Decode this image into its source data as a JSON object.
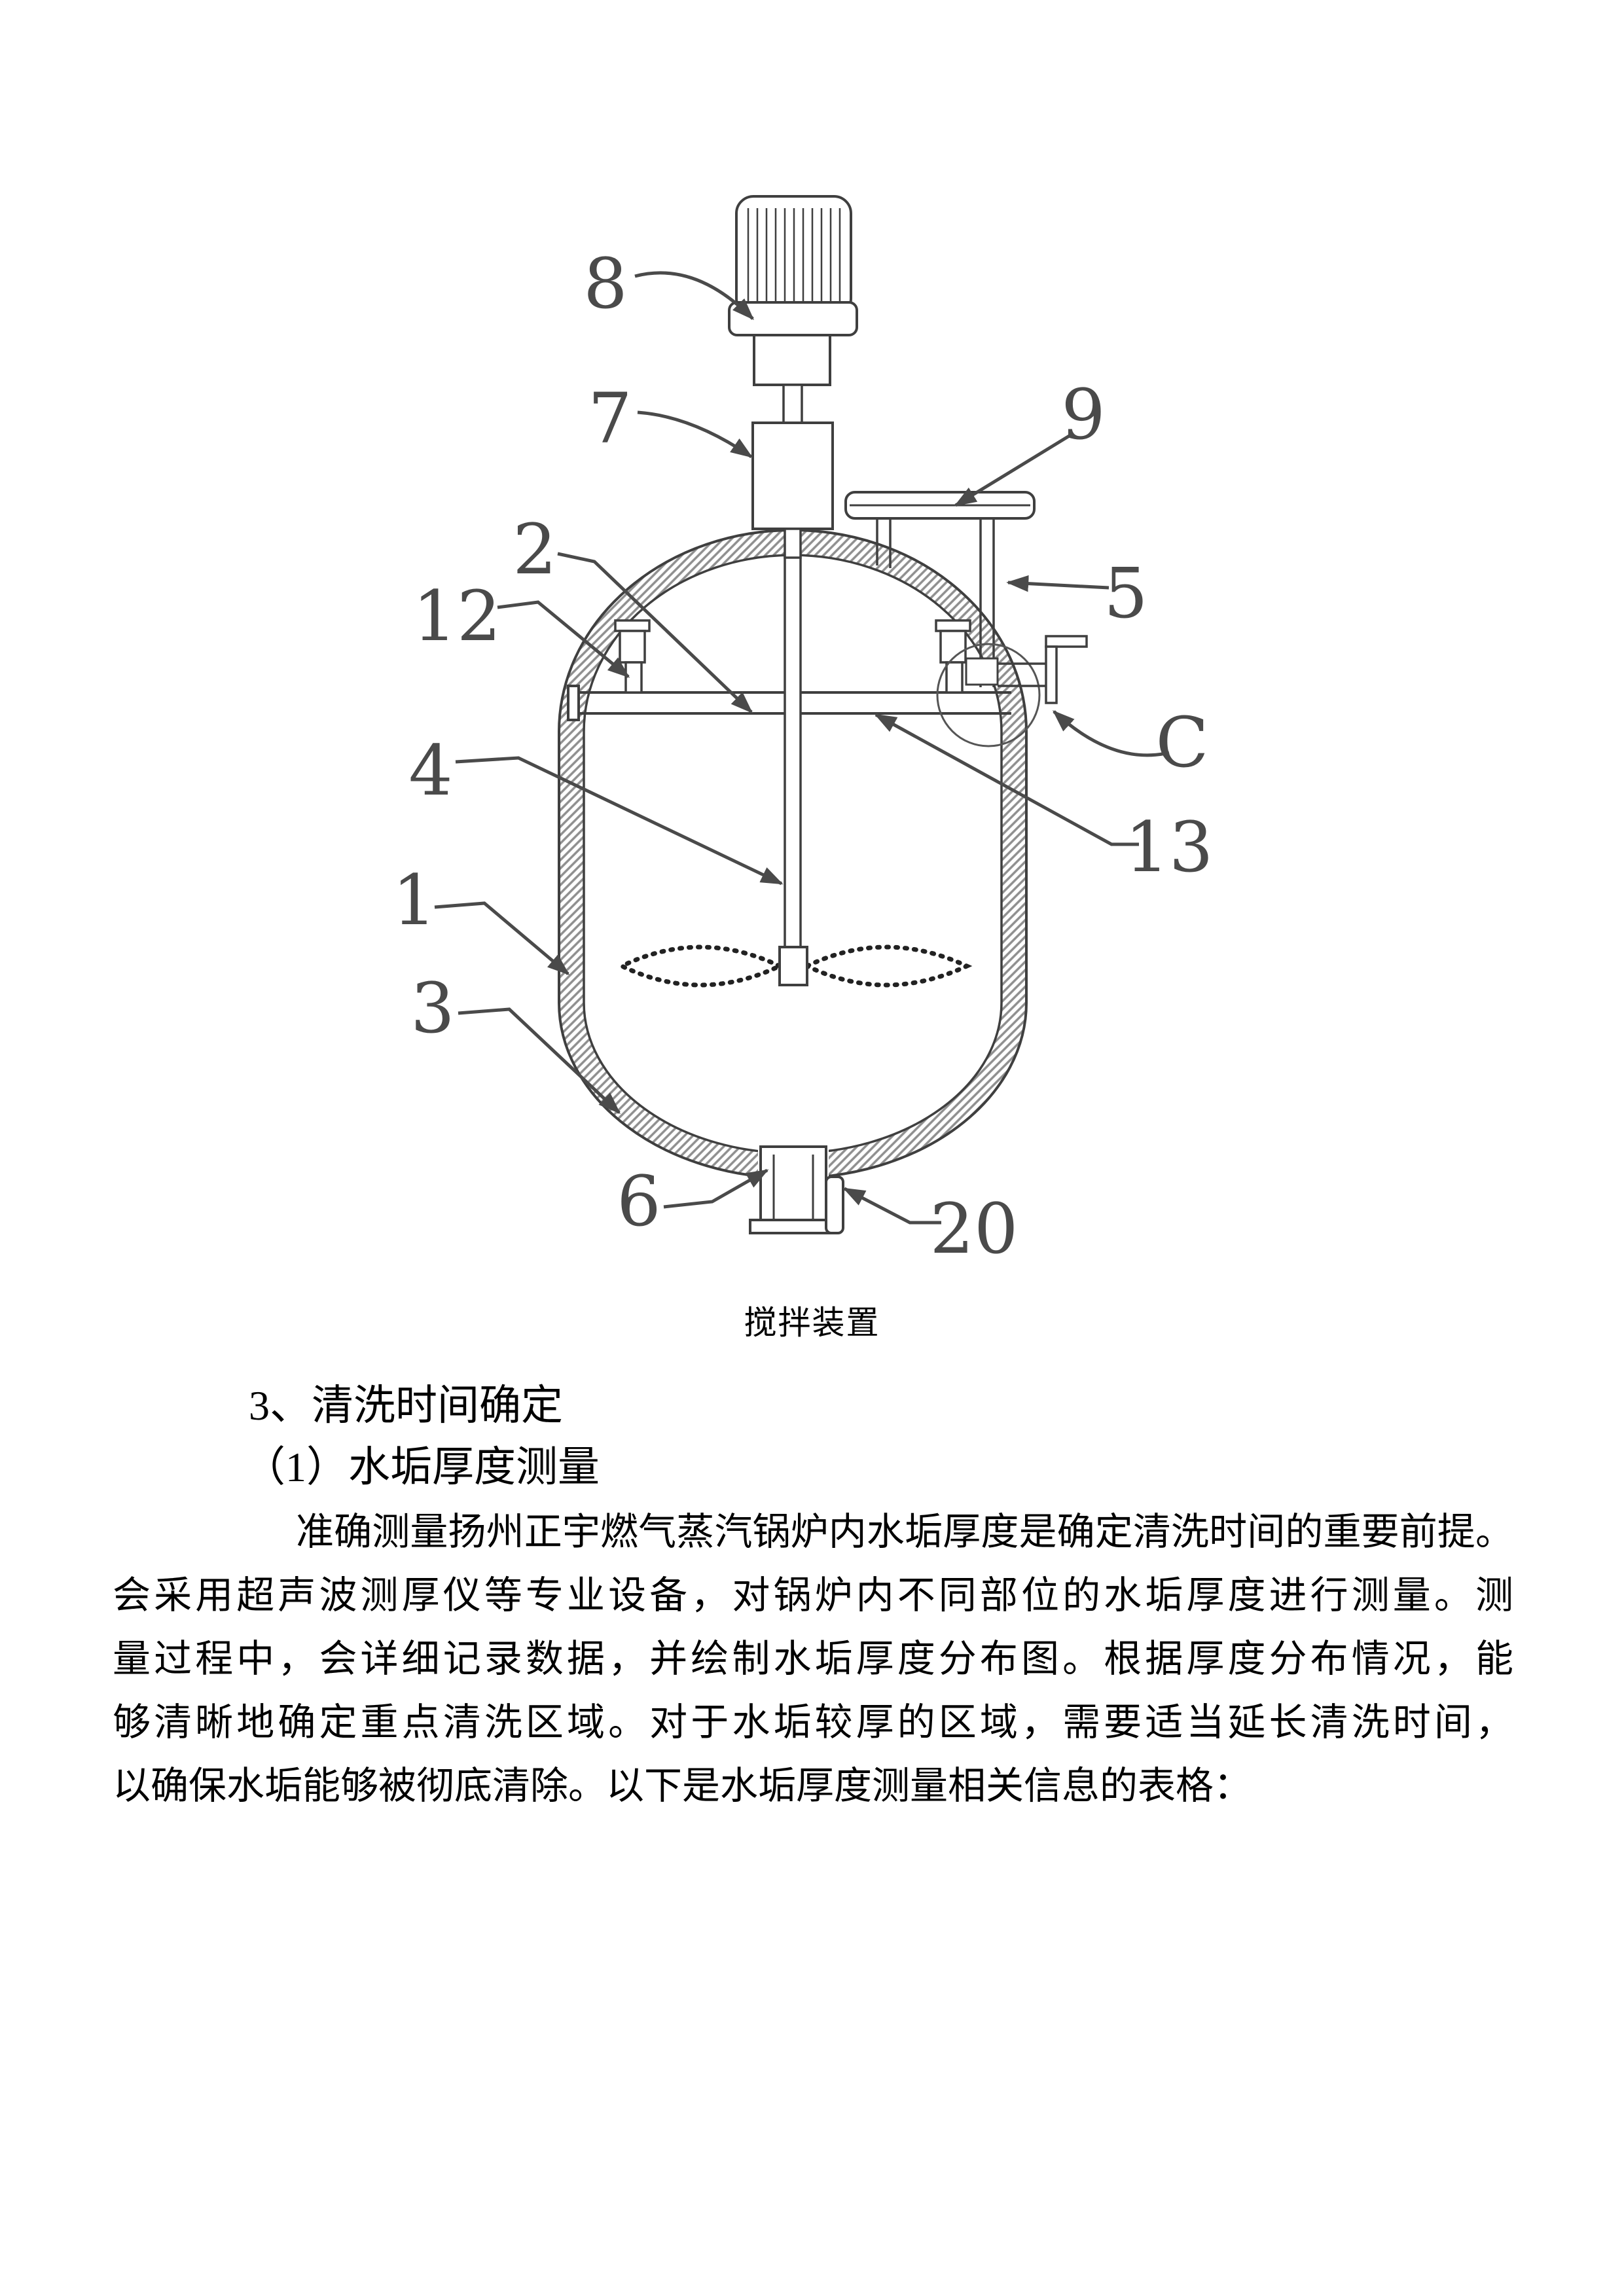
{
  "figure": {
    "caption": "搅拌装置",
    "labels": [
      "8",
      "7",
      "9",
      "2",
      "12",
      "5",
      "C",
      "4",
      "13",
      "1",
      "3",
      "6",
      "20"
    ]
  },
  "sections": {
    "heading": "3、清洗时间确定",
    "subheading": "（1）水垢厚度测量",
    "paragraph_lines": [
      "准确测量扬州正宇燃气蒸汽锅炉内水垢厚度是确定清洗时间的重要前提。",
      "会采用超声波测厚仪等专业设备，对锅炉内不同部位的水垢厚度进行测量。测",
      "量过程中，会详细记录数据，并绘制水垢厚度分布图。根据厚度分布情况，能",
      "够清晰地确定重点清洗区域。对于水垢较厚的区域，需要适当延长清洗时间，",
      "以确保水垢能够被彻底清除。以下是水垢厚度测量相关信息的表格："
    ]
  },
  "colors": {
    "line": "#3f3f3f",
    "leader": "#4a4a4a",
    "hatch": "#8f8f8f",
    "text": "#000000",
    "background": "#ffffff"
  }
}
